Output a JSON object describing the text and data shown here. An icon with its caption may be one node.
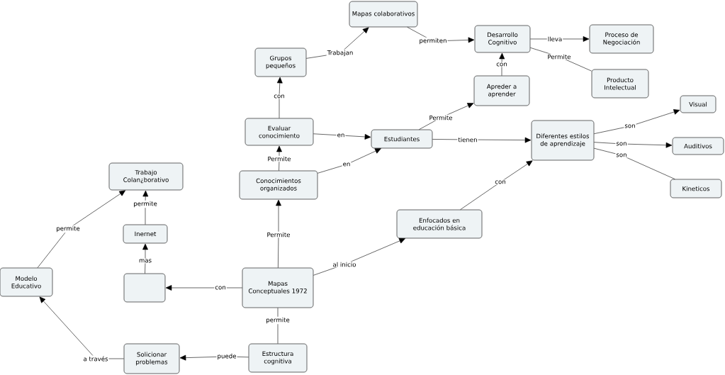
{
  "diagram": {
    "nodes": [
      {
        "text": [
          "Mapas colaborativos"
        ]
      },
      {
        "text": [
          "Grupos pequeños"
        ]
      },
      {
        "text": [
          "Desarrollo Cognitivo"
        ]
      },
      {
        "text": [
          "Proceso de Negociación"
        ]
      },
      {
        "text": [
          "Producto Intelectual"
        ]
      },
      {
        "text": [
          "Apreder a aprender"
        ]
      },
      {
        "text": [
          "Evaluar conocimiento"
        ]
      },
      {
        "text": [
          "Estudiantes"
        ]
      },
      {
        "text": [
          "Visual"
        ]
      },
      {
        "text": [
          "Diferentes estilos de aprendizaje"
        ]
      },
      {
        "text": [
          "Auditivos"
        ]
      },
      {
        "text": [
          "Trabajo Colan¿borativo"
        ]
      },
      {
        "text": [
          "Conocimientos organizados"
        ]
      },
      {
        "text": [
          "Kineticos"
        ]
      },
      {
        "text": [
          "Inernet"
        ]
      },
      {
        "text": [
          "Enfocados en educación básica"
        ]
      },
      {
        "text": [
          "Modelo Educativo"
        ]
      },
      {
        "text": [],
        "shape": "box"
      },
      {
        "text": [
          "Mapas Conceptuales 1972"
        ]
      },
      {
        "text": [
          "Solicionar problemas"
        ]
      },
      {
        "text": [
          "Estructura cognitiva"
        ]
      }
    ],
    "edges": [
      {
        "from": 1,
        "to": 0,
        "arrow": "to",
        "label": "Trabajan"
      },
      {
        "from": 0,
        "to": 2,
        "arrow": "to",
        "label": "permiten"
      },
      {
        "from": 2,
        "to": 3,
        "arrow": "to",
        "label": "lleva"
      },
      {
        "from": 2,
        "to": 4,
        "arrow": "none",
        "label": "Permite"
      },
      {
        "from": 5,
        "to": 2,
        "arrow": "to",
        "label": "con"
      },
      {
        "from": 6,
        "to": 1,
        "arrow": "to",
        "label": "con"
      },
      {
        "from": 6,
        "to": 7,
        "arrow": "to",
        "label": "en"
      },
      {
        "from": 7,
        "to": 5,
        "arrow": "to",
        "label": "Permite"
      },
      {
        "from": 7,
        "to": 9,
        "arrow": "to",
        "label": "tienen"
      },
      {
        "from": 12,
        "to": 6,
        "arrow": "to",
        "label": "Permite"
      },
      {
        "from": 12,
        "to": 7,
        "arrow": "to",
        "label": "en"
      },
      {
        "from": 9,
        "to": 8,
        "arrow": "to",
        "label": "son"
      },
      {
        "from": 9,
        "to": 10,
        "arrow": "to",
        "label": "son"
      },
      {
        "from": 9,
        "to": 13,
        "arrow": "none",
        "label": "son"
      },
      {
        "from": 15,
        "to": 9,
        "arrow": "to",
        "label": "con"
      },
      {
        "from": 18,
        "to": 12,
        "arrow": "to",
        "label": "Permite"
      },
      {
        "from": 18,
        "to": 15,
        "arrow": "to",
        "label": "al inicio"
      },
      {
        "from": 18,
        "to": 17,
        "arrow": "to",
        "label": "con"
      },
      {
        "from": 17,
        "to": 14,
        "arrow": "to",
        "label": "mas"
      },
      {
        "from": 14,
        "to": 11,
        "arrow": "to",
        "label": "permite"
      },
      {
        "from": 16,
        "to": 11,
        "arrow": "to",
        "label": "permite"
      },
      {
        "from": 20,
        "to": 19,
        "arrow": "to",
        "label": "puede"
      },
      {
        "from": 19,
        "to": 16,
        "arrow": "to",
        "label": "a través"
      },
      {
        "from": 18,
        "to": 20,
        "arrow": "none",
        "label": "permite"
      }
    ]
  }
}
